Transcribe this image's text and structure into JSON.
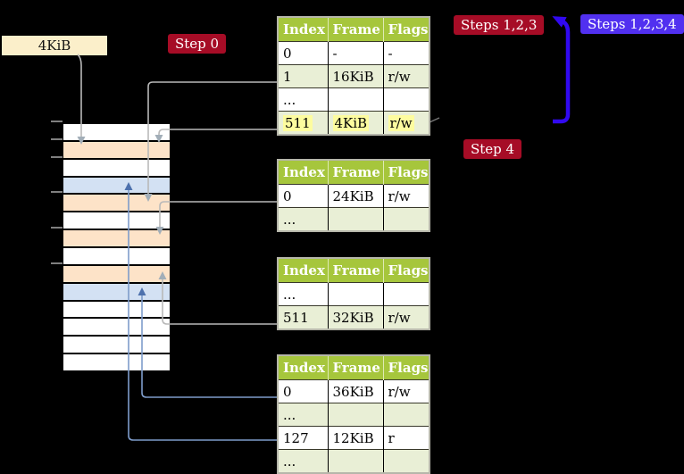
{
  "colors": {
    "background": "#000000",
    "table_header_bg": "#a6c63c",
    "table_row_shaded": "#e9efd6",
    "table_row_plain": "#ffffff",
    "highlight_yellow": "#fdfc9f",
    "label_tan": "#fbefca",
    "badge_red": "#a60c26",
    "badge_purple": "#5130f0",
    "mem_white": "#ffffff",
    "mem_orange": "#fde3c8",
    "mem_blue": "#d3e1f3",
    "connector_gray": "#b9b9b9",
    "connector_blue": "#7e9ccb",
    "arrowhead_gray": "#a2aeb8",
    "arrowhead_blue": "#4d71ad",
    "recursive_arrow_blue": "#3109f0",
    "tick_gray": "#7f7f7f"
  },
  "legend": {
    "frame_size_label": "4KiB"
  },
  "badges": {
    "step0": "Step 0",
    "steps123": "Steps 1,2,3",
    "steps1234": "Steps 1,2,3,4",
    "step4": "Step 4"
  },
  "memory": {
    "rows": [
      "white",
      "orange",
      "white",
      "blue",
      "orange",
      "white",
      "orange",
      "white",
      "orange",
      "blue",
      "white",
      "white",
      "white",
      "white"
    ],
    "tick_row_indices": [
      0,
      1,
      2,
      4,
      6,
      8
    ]
  },
  "tables": [
    {
      "name": "page-table-1",
      "headers": [
        "Index",
        "Frame",
        "Flags"
      ],
      "rows": [
        {
          "index": "0",
          "frame": "-",
          "flags": "-"
        },
        {
          "index": "1",
          "frame": "16KiB",
          "flags": "r/w"
        },
        {
          "index": "...",
          "frame": "",
          "flags": ""
        },
        {
          "index": "511",
          "frame": "4KiB",
          "flags": "r/w"
        }
      ]
    },
    {
      "name": "page-table-2",
      "headers": [
        "Index",
        "Frame",
        "Flags"
      ],
      "rows": [
        {
          "index": "0",
          "frame": "24KiB",
          "flags": "r/w"
        },
        {
          "index": "...",
          "frame": "",
          "flags": ""
        }
      ]
    },
    {
      "name": "page-table-3",
      "headers": [
        "Index",
        "Frame",
        "Flags"
      ],
      "rows": [
        {
          "index": "...",
          "frame": "",
          "flags": ""
        },
        {
          "index": "511",
          "frame": "32KiB",
          "flags": "r/w"
        }
      ]
    },
    {
      "name": "page-table-4",
      "headers": [
        "Index",
        "Frame",
        "Flags"
      ],
      "rows": [
        {
          "index": "0",
          "frame": "36KiB",
          "flags": "r/w"
        },
        {
          "index": "...",
          "frame": "",
          "flags": ""
        },
        {
          "index": "127",
          "frame": "12KiB",
          "flags": "r"
        },
        {
          "index": "...",
          "frame": "",
          "flags": ""
        }
      ]
    }
  ]
}
